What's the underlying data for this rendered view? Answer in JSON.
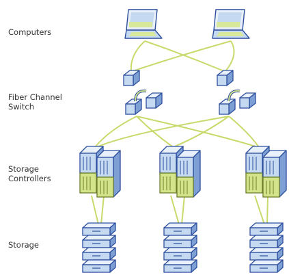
{
  "labels": {
    "computers": "Computers",
    "switch": "Fiber Channel\nSwitch",
    "controllers": "Storage\nControllers",
    "storage": "Storage"
  },
  "colors": {
    "line": "#c9d96b",
    "device_blue": "#c5d9f1",
    "device_blue_dark": "#7d9fd4",
    "outline": "#2d4f9e",
    "device_green": "#d3e38a",
    "screen_green": "#d8e89a"
  },
  "icons": {
    "computer": "laptop-icon",
    "switch": "fiber-channel-switch-icon",
    "controller": "storage-controller-icon",
    "storage": "storage-array-icon"
  }
}
